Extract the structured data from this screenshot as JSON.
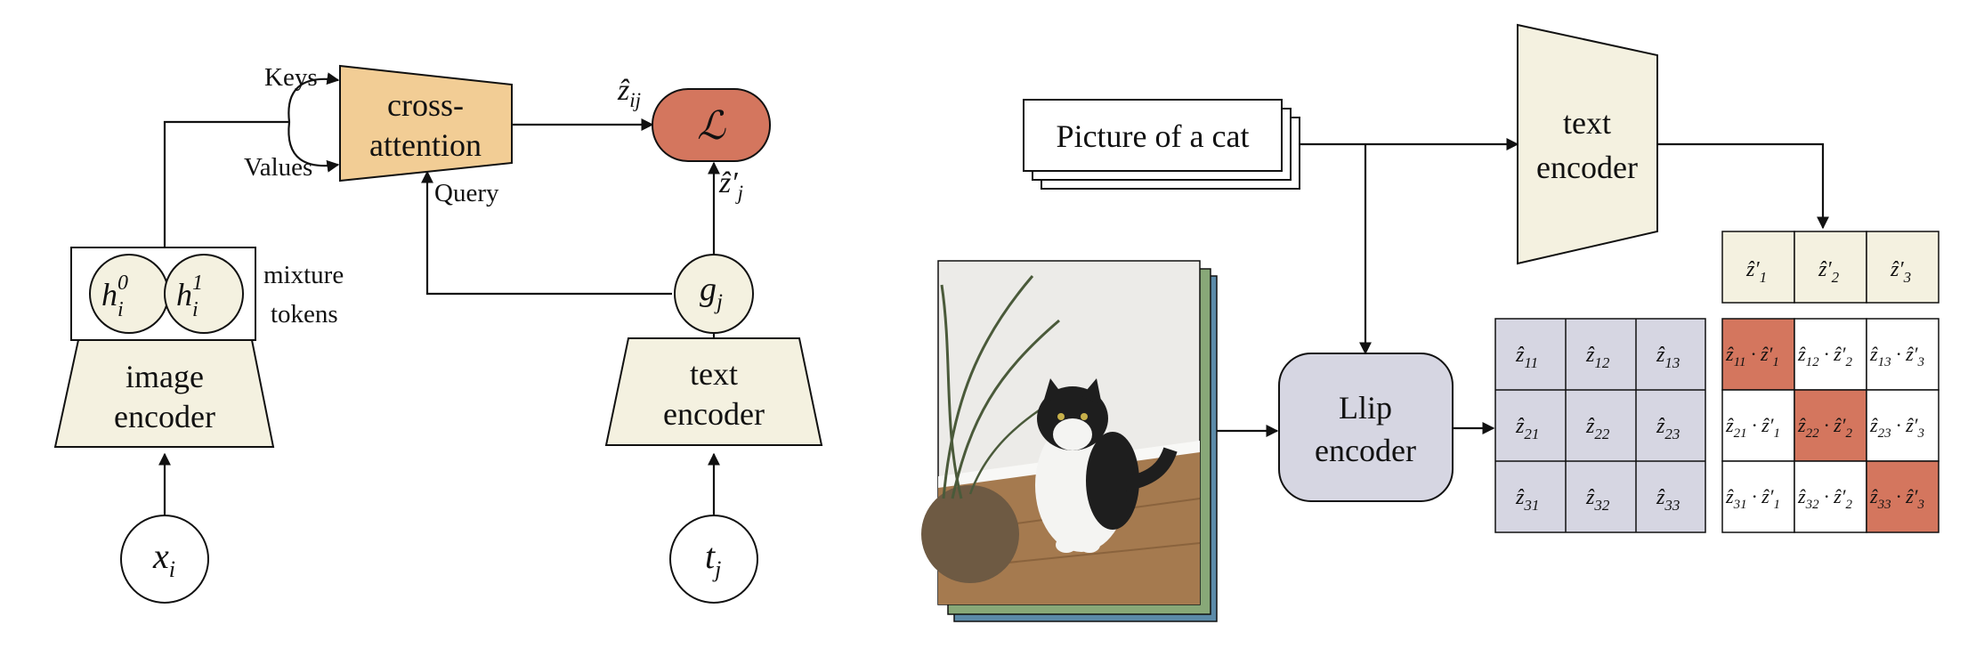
{
  "colors": {
    "cream": "#f4f1e0",
    "attention": "#f2cd95",
    "loss": "#d4765e",
    "llip": "#d6d6e2",
    "highlight": "#d4765e",
    "photo_frame_back": "#5b8aa8",
    "photo_frame_mid": "#88a878",
    "stroke": "#111111"
  },
  "left": {
    "keys_label": "Keys",
    "values_label": "Values",
    "query_label": "Query",
    "cross_attention": [
      "cross-",
      "attention"
    ],
    "loss_symbol": "ℒ",
    "zhat_ij": {
      "base": "ẑ",
      "sub": "ij"
    },
    "zhat_j_prime": {
      "base": "ẑ′",
      "sub": "j"
    },
    "mixture_label": [
      "mixture",
      "tokens"
    ],
    "h0": {
      "base": "h",
      "sub": "i",
      "sup": "0"
    },
    "h1": {
      "base": "h",
      "sub": "i",
      "sup": "1"
    },
    "image_encoder": [
      "image",
      "encoder"
    ],
    "text_encoder": [
      "text",
      "encoder"
    ],
    "g": {
      "base": "g",
      "sub": "j"
    },
    "x": {
      "base": "x",
      "sub": "i"
    },
    "t": {
      "base": "t",
      "sub": "j"
    }
  },
  "right": {
    "caption": "Picture of a cat",
    "text_encoder": [
      "text",
      "encoder"
    ],
    "llip_encoder": [
      "Llip",
      "encoder"
    ],
    "zprime_row": [
      "1",
      "2",
      "3"
    ],
    "z_grid": [
      [
        "11",
        "12",
        "13"
      ],
      [
        "21",
        "22",
        "23"
      ],
      [
        "31",
        "32",
        "33"
      ]
    ],
    "sim_grid": [
      [
        {
          "z": "11",
          "p": "1",
          "hl": true
        },
        {
          "z": "12",
          "p": "2",
          "hl": false
        },
        {
          "z": "13",
          "p": "3",
          "hl": false
        }
      ],
      [
        {
          "z": "21",
          "p": "1",
          "hl": false
        },
        {
          "z": "22",
          "p": "2",
          "hl": true
        },
        {
          "z": "23",
          "p": "3",
          "hl": false
        }
      ],
      [
        {
          "z": "31",
          "p": "1",
          "hl": false
        },
        {
          "z": "32",
          "p": "2",
          "hl": false
        },
        {
          "z": "33",
          "p": "3",
          "hl": true
        }
      ]
    ]
  }
}
